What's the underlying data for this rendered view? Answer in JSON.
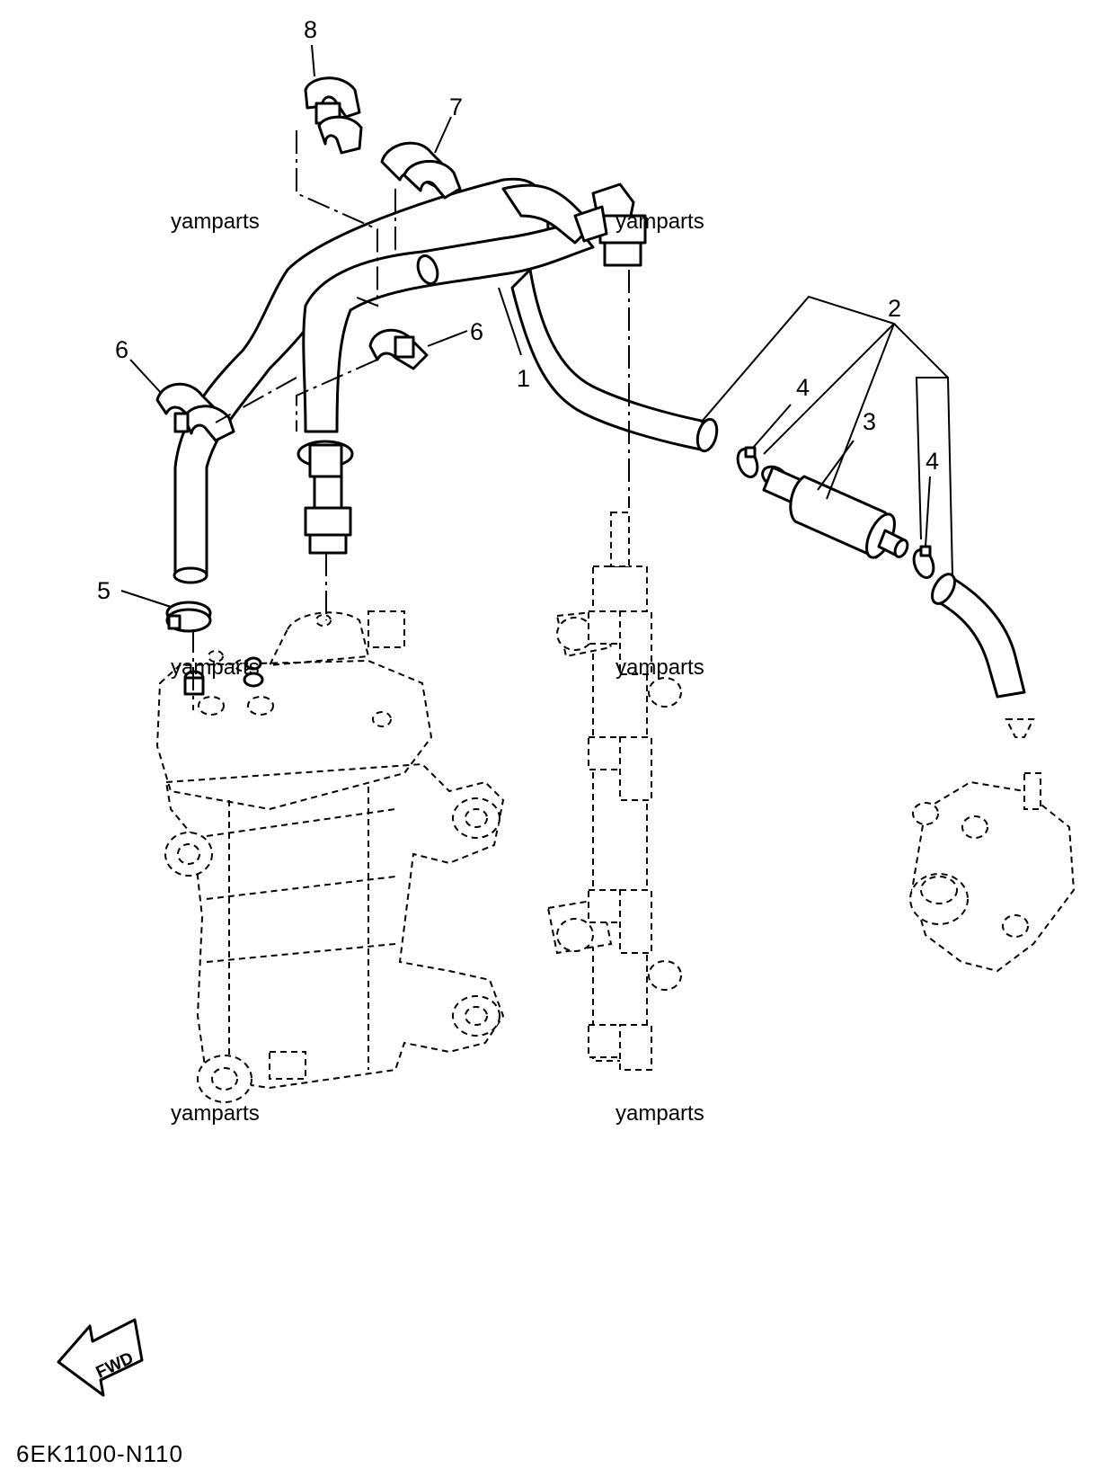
{
  "callouts": {
    "c1": "1",
    "c2": "2",
    "c3": "3",
    "c4a": "4",
    "c4b": "4",
    "c5": "5",
    "c6a": "6",
    "c6b": "6",
    "c7": "7",
    "c8": "8"
  },
  "watermark": "yamparts",
  "direction_label": "FWD",
  "diagram_code": "6EK1100-N110"
}
